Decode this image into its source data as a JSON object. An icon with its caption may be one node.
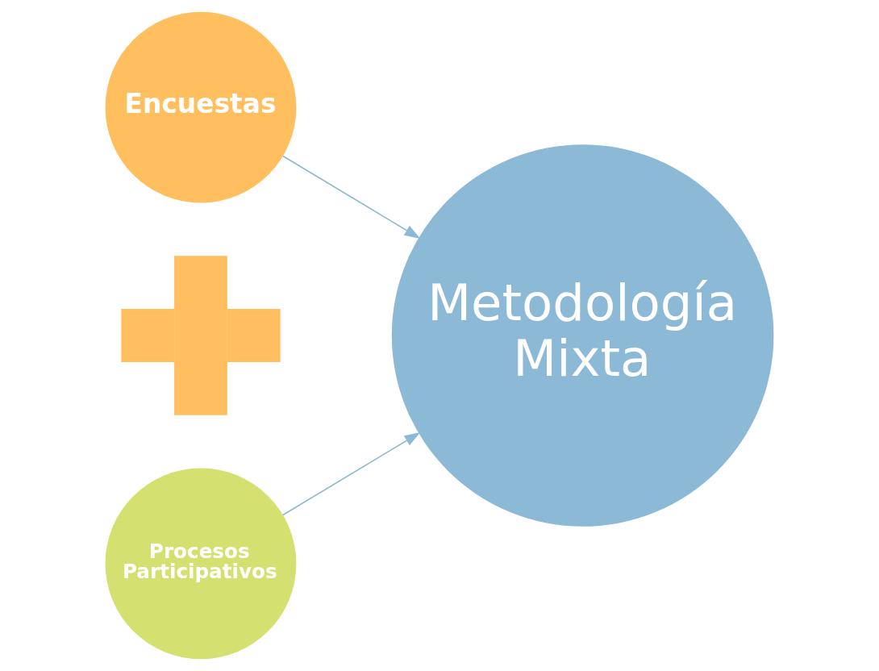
{
  "diagram": {
    "nodes": [
      {
        "text": [
          "Encuestas"
        ]
      },
      {
        "text": [],
        "shape": "plus"
      },
      {
        "text": [
          "Procesos Participativos"
        ]
      },
      {
        "text": [
          "Metodología Mixta"
        ]
      }
    ],
    "edges": [
      {
        "from": 0,
        "to": 3,
        "arrow": "to"
      },
      {
        "from": 2,
        "to": 3,
        "arrow": "to"
      }
    ]
  }
}
